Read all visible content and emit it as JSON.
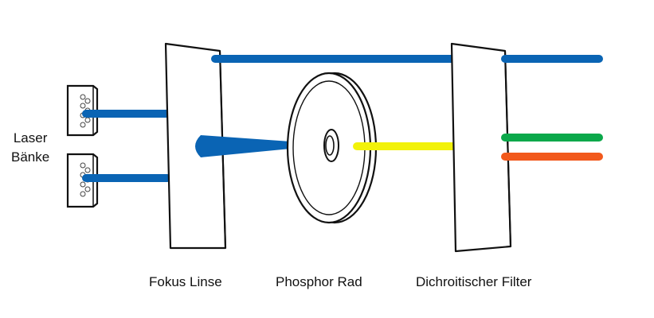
{
  "labels": {
    "laser_line1": "Laser",
    "laser_line2": "Bänke",
    "focus_lens": "Fokus Linse",
    "phosphor_wheel": "Phosphor Rad",
    "dichroic_filter": "Dichroitischer Filter"
  },
  "colors": {
    "blue_beam": "#0A64B4",
    "yellow_beam": "#F2F20A",
    "green_beam": "#0BA84A",
    "orange_beam": "#F2591C",
    "outline": "#111111"
  }
}
